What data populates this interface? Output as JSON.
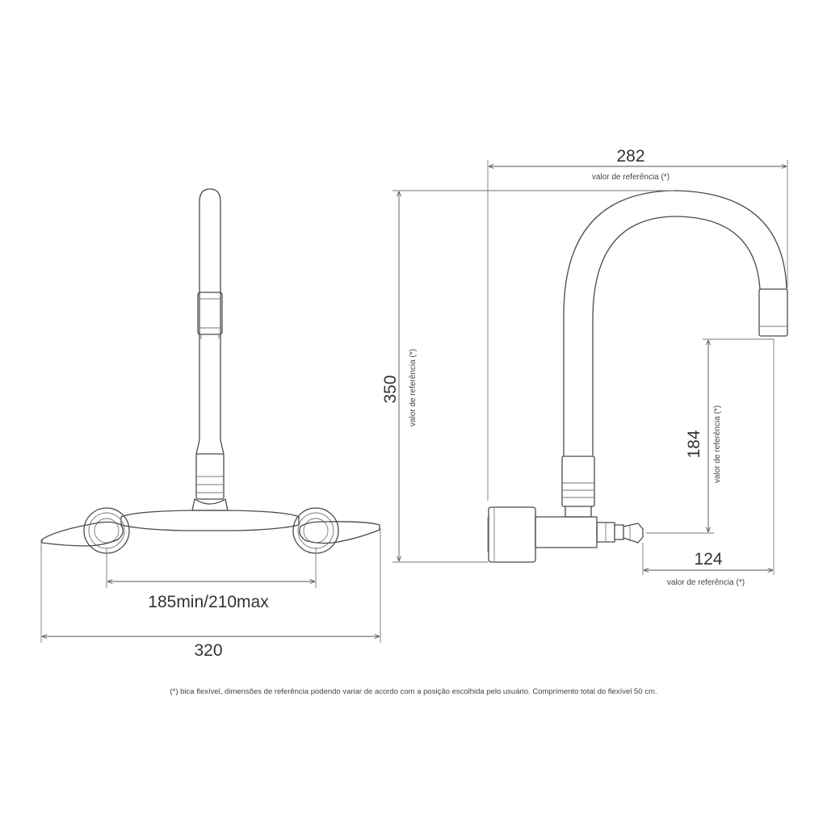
{
  "dimensions": {
    "overall_height": {
      "value": "350",
      "note": "valor de referência (*)"
    },
    "spout_reach": {
      "value": "282",
      "note": "valor de referência (*)"
    },
    "spout_height": {
      "value": "184",
      "note": "valor de referência (*)"
    },
    "wall_projection": {
      "value": "124",
      "note": "valor de referência (*)"
    },
    "center_distance": {
      "value": "185min/210max"
    },
    "overall_width": {
      "value": "320"
    }
  },
  "footnote": "(*) bica flexível, dimensões de referência podendo variar de acordo  com a posição escolhida pelo usuário. Comprimento total do flexível 50 cm.",
  "colors": {
    "line": "#4a4a4a",
    "text": "#333333",
    "background": "#ffffff"
  }
}
